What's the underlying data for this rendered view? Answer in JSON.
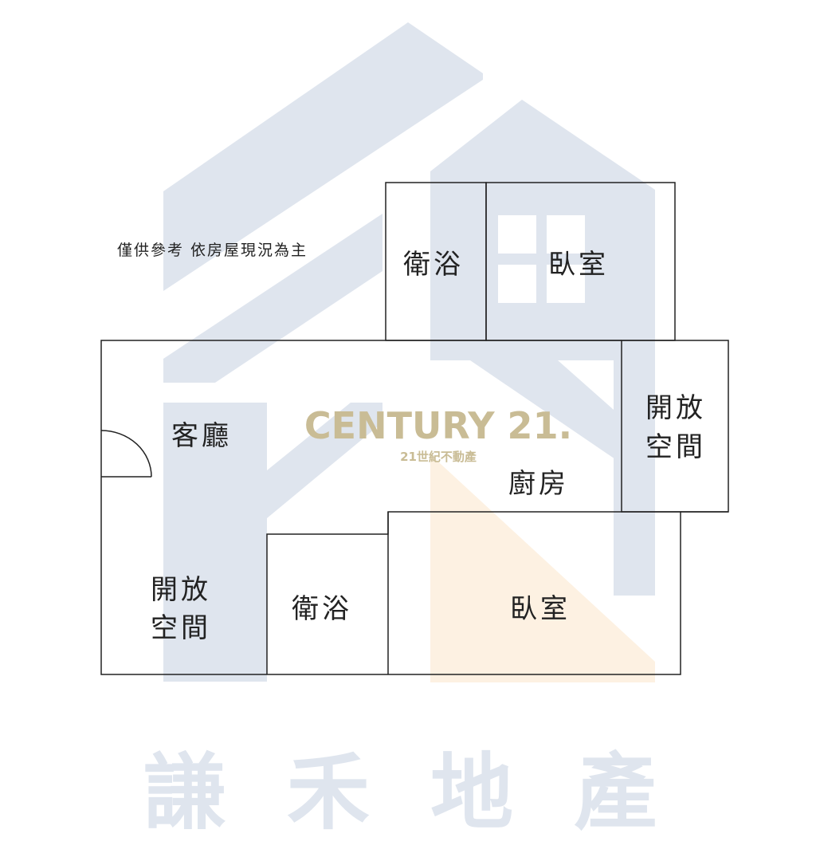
{
  "note": "僅供參考  依房屋現況為主",
  "rooms": {
    "bath_top": "衛浴",
    "bedroom_top": "臥室",
    "open_right_1": "開放",
    "open_right_2": "空間",
    "living": "客廳",
    "kitchen": "廚房",
    "open_left_1": "開放",
    "open_left_2": "空間",
    "bath_bottom": "衛浴",
    "bedroom_bottom": "臥室"
  },
  "logo": {
    "main": "CENTURY 21.",
    "sub": "21世紀不動產"
  },
  "watermark": "謙 禾 地 產",
  "colors": {
    "watermark_blue": "#dfe5ee",
    "watermark_orange": "#fdf1e2",
    "brand_gold": "#c9bc95",
    "wall": "#222222"
  }
}
